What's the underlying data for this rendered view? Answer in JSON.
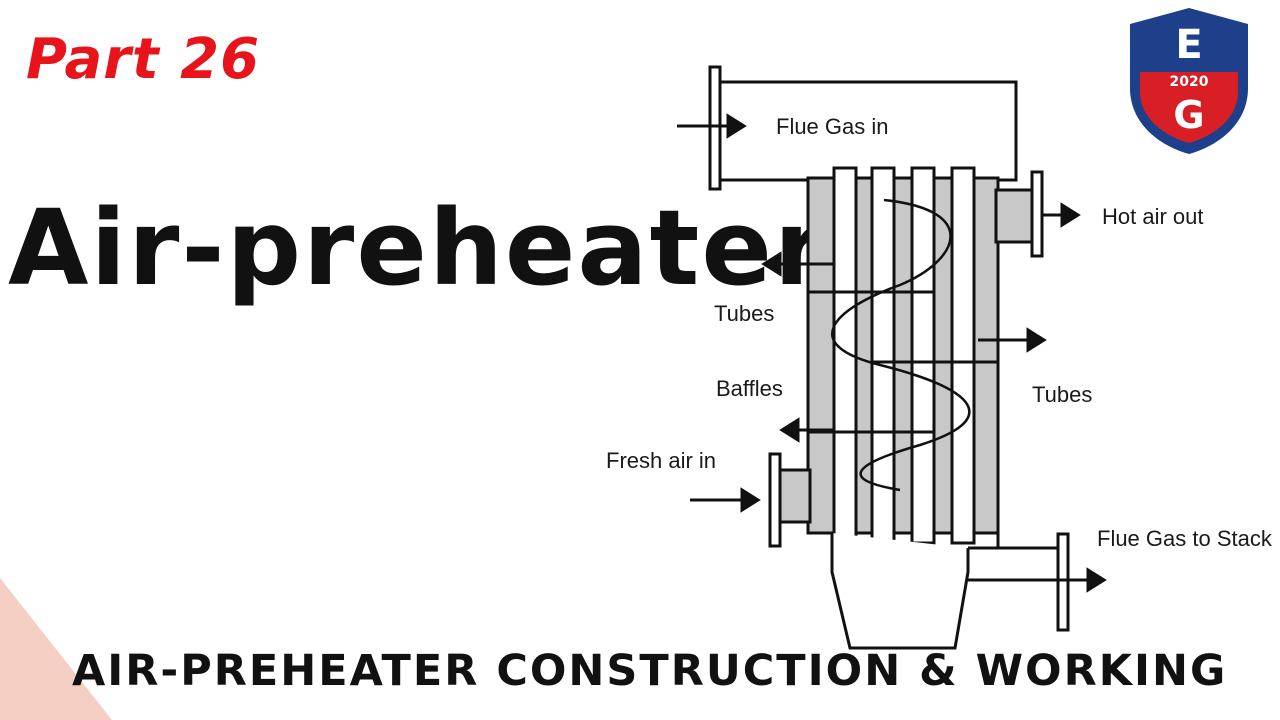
{
  "part_label": "Part 26",
  "title": "Air-preheater",
  "footer": "AIR-PREHEATER CONSTRUCTION & WORKING",
  "logo": {
    "top_letter": "E",
    "year": "2020",
    "bottom_letter": "G"
  },
  "diagram": {
    "labels": {
      "flue_gas_in": "Flue Gas in",
      "hot_air_out": "Hot air out",
      "tubes_left": "Tubes",
      "baffles": "Baffles",
      "tubes_right": "Tubes",
      "fresh_air_in": "Fresh air in",
      "flue_gas_to_stack": "Flue Gas to Stack"
    }
  },
  "colors": {
    "accent_red": "#e8141c",
    "text_dark": "#111111",
    "logo_blue": "#1e3f8a",
    "logo_red": "#d81f26",
    "shell_fill": "#c8c8c8",
    "corner_peach": "#f6cfc4"
  }
}
